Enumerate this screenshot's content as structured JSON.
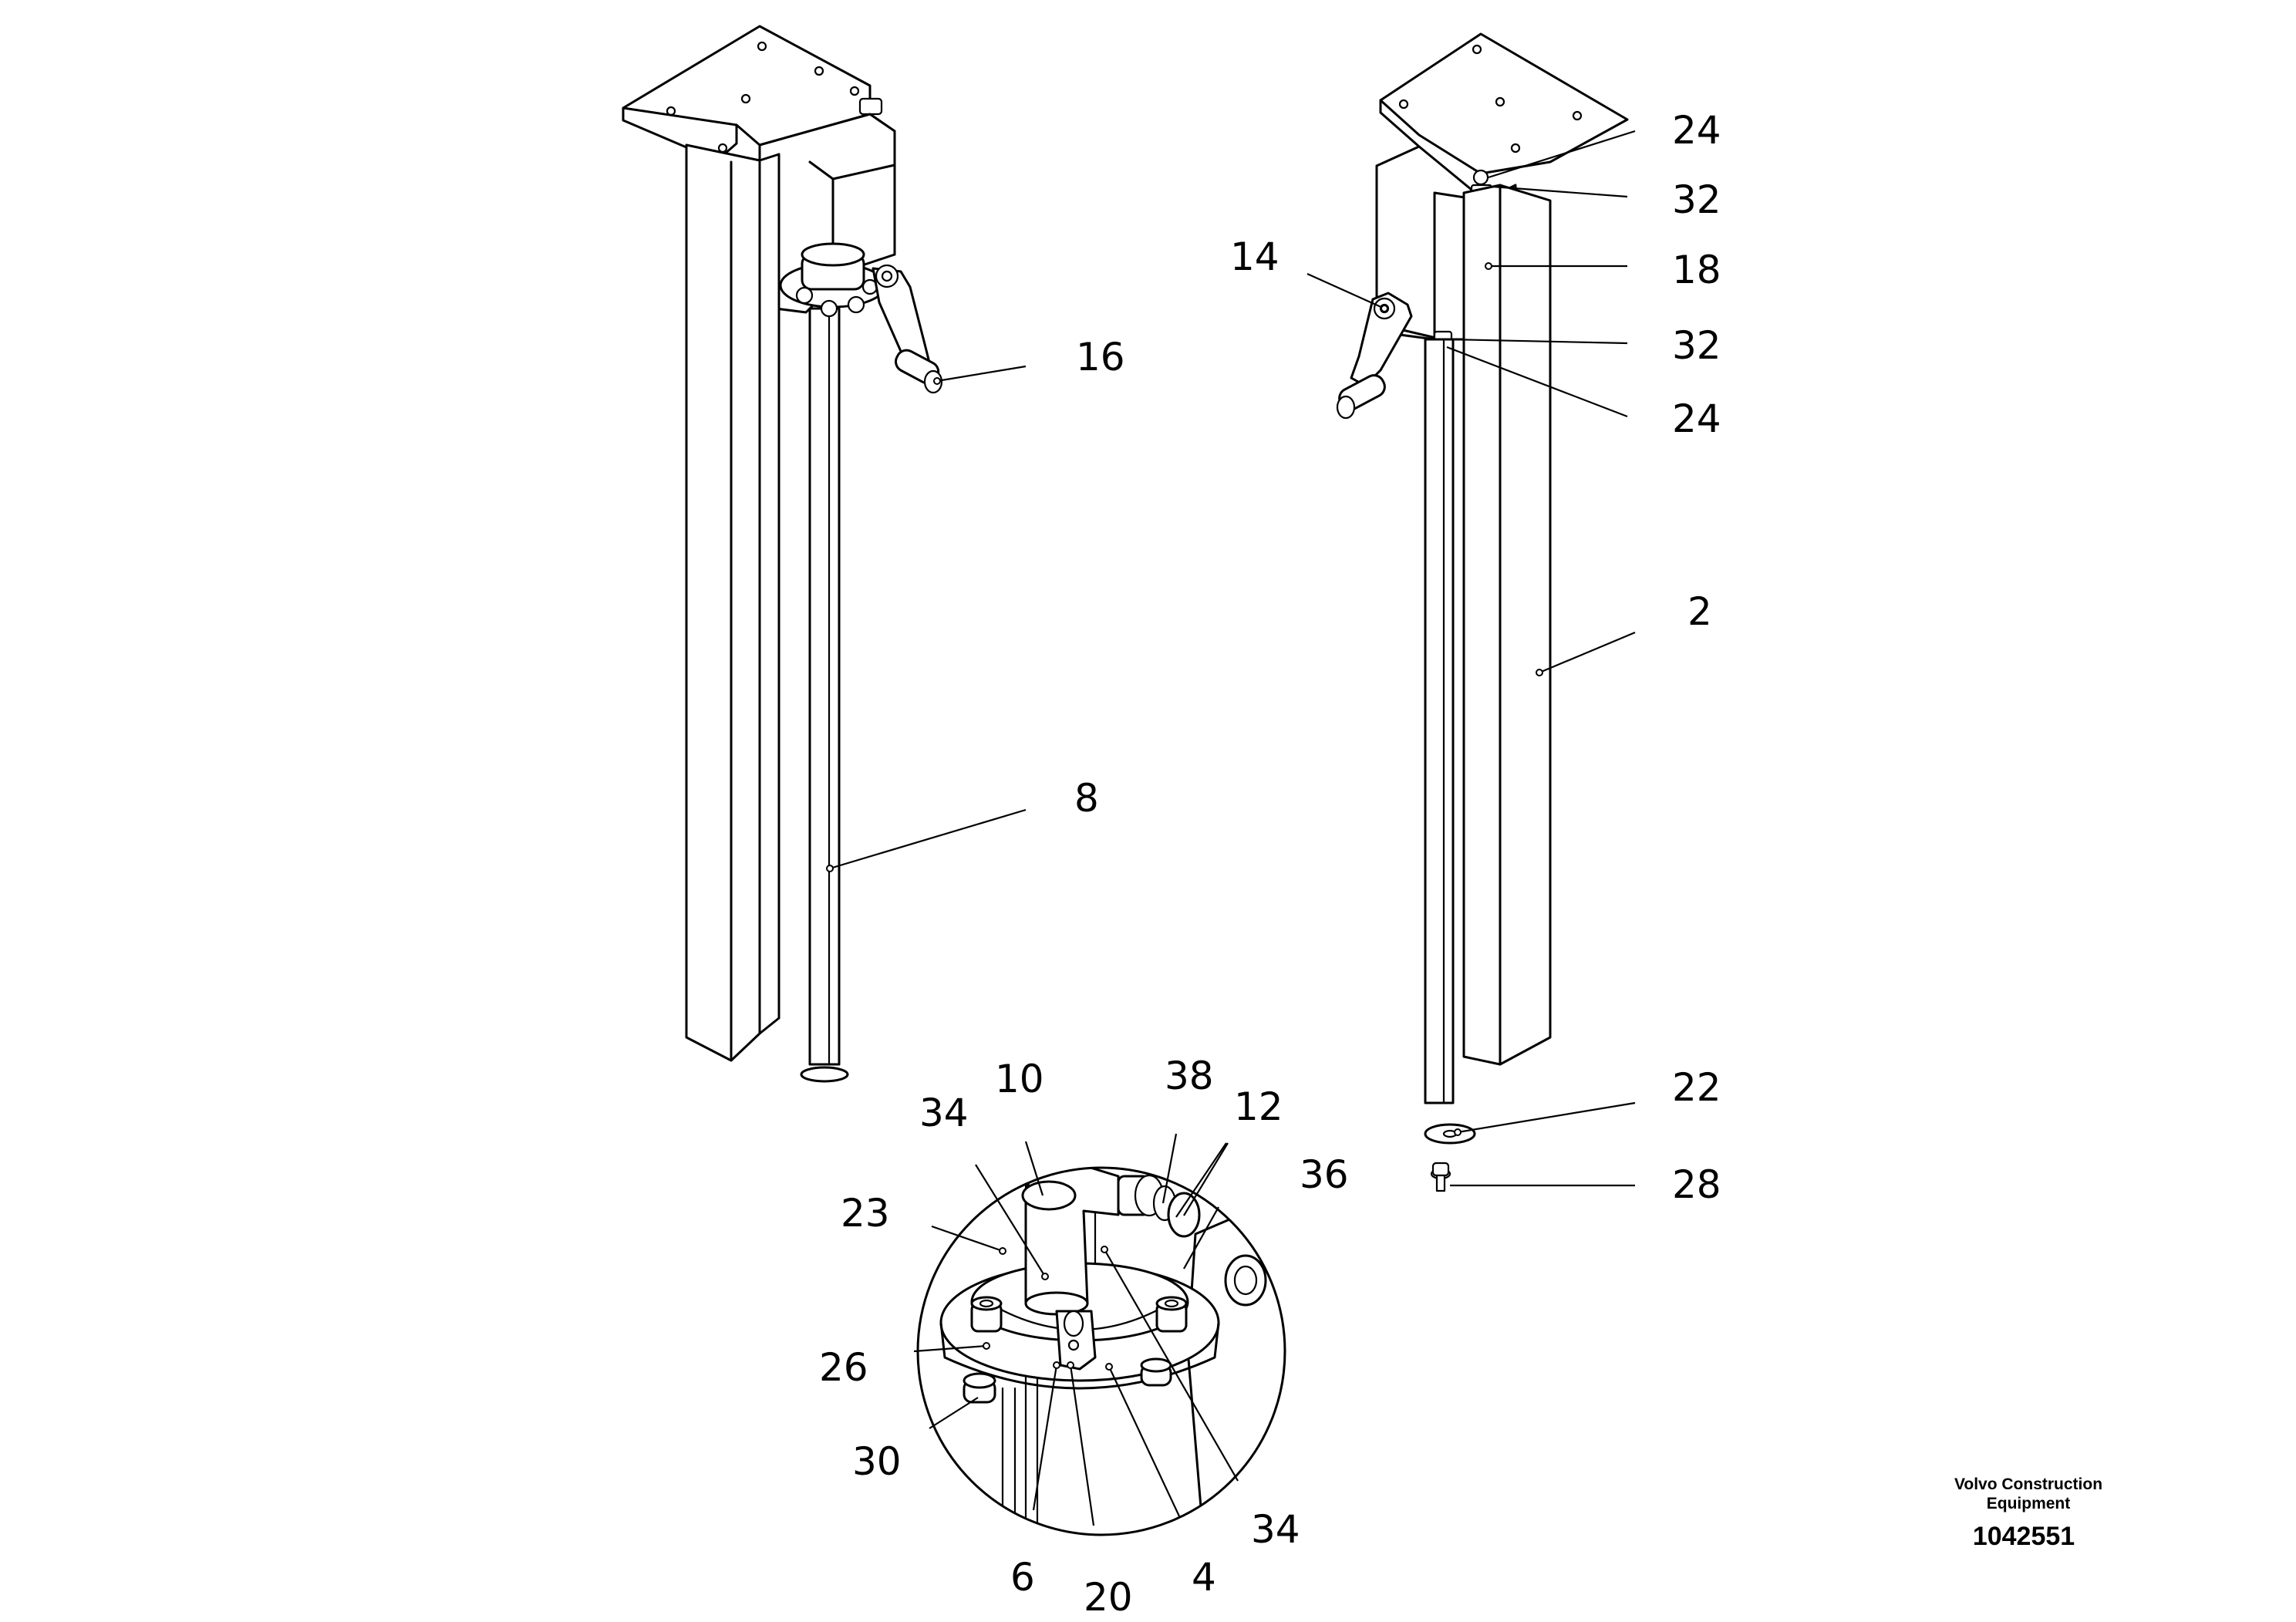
{
  "callouts": {
    "c16": "16",
    "c8": "8",
    "c14": "14",
    "c24a": "24",
    "c32a": "32",
    "c18": "18",
    "c32b": "32",
    "c24b": "24",
    "c2": "2",
    "c22": "22",
    "c28": "28",
    "c10": "10",
    "c38": "38",
    "c34a": "34",
    "c12": "12",
    "c36": "36",
    "c23": "23",
    "c26": "26",
    "c30": "30",
    "c6": "6",
    "c20": "20",
    "c4": "4",
    "c34b": "34"
  },
  "footer": {
    "brand_line1": "Volvo Construction",
    "brand_line2": "Equipment",
    "doc_number": "1042551"
  }
}
